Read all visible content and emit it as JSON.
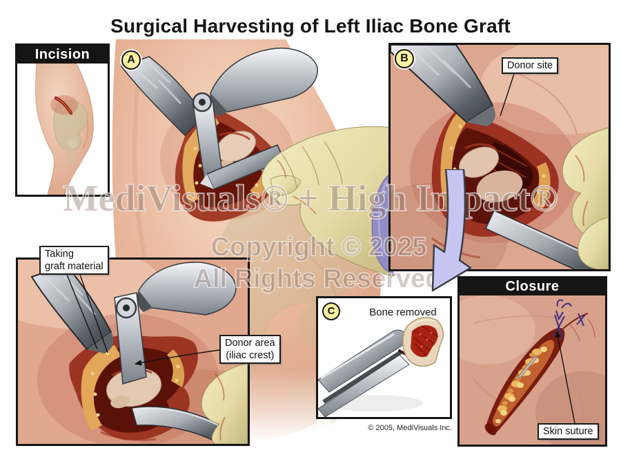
{
  "title": "Surgical Harvesting of Left Iliac Bone Graft",
  "watermark": {
    "line1": "MediVisuals® + High Impact®",
    "line2": "Copyright © 2025",
    "line3": "All Rights Reserved"
  },
  "panels": {
    "incision": {
      "header": "Incision"
    },
    "a": {
      "badge": "A"
    },
    "b": {
      "badge": "B",
      "donor_site_label": "Donor site"
    },
    "bottom_left": {
      "taking_line1": "Taking",
      "taking_line2": "graft material",
      "donor_area_line1": "Donor area",
      "donor_area_line2": "(iliac crest)"
    },
    "c": {
      "badge": "C",
      "label": "Bone removed",
      "copyright": "© 2005, MediVisuals Inc."
    },
    "closure": {
      "header": "Closure",
      "skin_suture_label": "Skin suture"
    }
  },
  "colors": {
    "panel_border": "#151515",
    "header_bg": "#151515",
    "header_text": "#ffffff",
    "badge_bg": "#f8f2a2",
    "arrow_lavender": "#c7c6f3",
    "skin": "#dfa78c",
    "wound_red": "#7a1d0f",
    "fat_yellow": "#e2aa5e",
    "bone_cream": "#e6d1b8",
    "glove": "#e9e0ae",
    "metal_gray": "#9aa0a8",
    "suture_blue": "#3d2f80"
  }
}
